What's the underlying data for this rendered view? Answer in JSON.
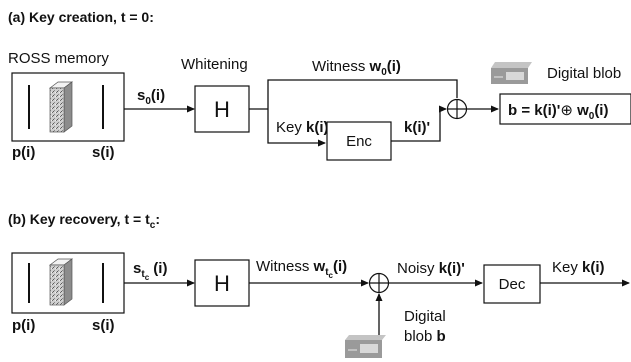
{
  "panel_a": {
    "title": "(a) Key creation, t = 0:",
    "memory_label": "ROSS memory",
    "p_label": "p(i)",
    "s_label": "s(i)",
    "whitening_label": "Whitening",
    "h_block": "H",
    "s0_main": "s",
    "s0_sub": "0",
    "s0_tail": "(i)",
    "witness_prefix": "Witness ",
    "witness_var": "w",
    "witness_sub": "0",
    "witness_tail": "(i)",
    "key_prefix": "Key ",
    "key_var": "k(i)",
    "enc_block": "Enc",
    "kprime": "k(i)'",
    "blob_label": "Digital blob",
    "formula_lhs": "b = k(i)'",
    "formula_op": "⊕",
    "formula_rhs": " w",
    "formula_sub": "0",
    "formula_tail": "(i)"
  },
  "panel_b": {
    "title_main": "(b) Key recovery, t = t",
    "title_sub": "c",
    "title_tail": ":",
    "p_label": "p(i)",
    "s_label": "s(i)",
    "h_block": "H",
    "stc_main": "s",
    "stc_sub": "t",
    "stc_subsub": "c",
    "stc_tail": " (i)",
    "witness_prefix": "Witness ",
    "witness_var": "w",
    "witness_sub": "t",
    "witness_subsub": "c",
    "witness_tail": "(i)",
    "noisy_prefix": "Noisy ",
    "noisy_var": "k(i)'",
    "dec_block": "Dec",
    "key_prefix": "Key ",
    "key_var": "k(i)",
    "blob_line1": "Digital",
    "blob_line2_prefix": "blob ",
    "blob_line2_var": "b"
  },
  "colors": {
    "ink": "#111111",
    "chip_light": "#e3e3e3",
    "chip_dark": "#7a7a7a",
    "device": "#9a9a9a"
  }
}
